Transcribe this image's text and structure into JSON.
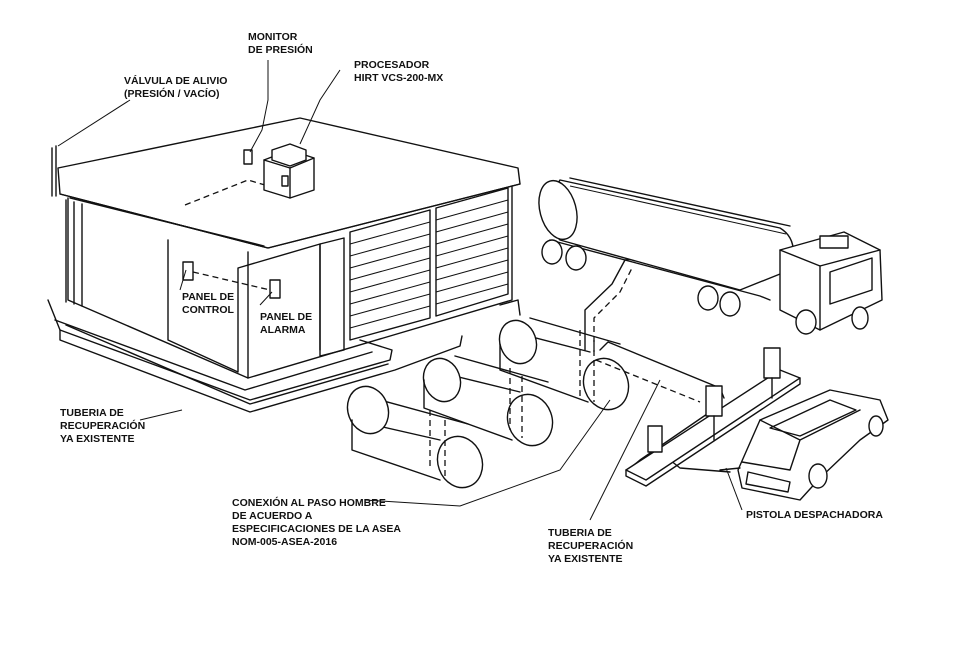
{
  "labels": {
    "monitor_presion": [
      "MONITOR",
      "DE PRESIÓN"
    ],
    "procesador": [
      "PROCESADOR",
      "HIRT VCS-200-MX"
    ],
    "valvula_alivio": [
      "VÁLVULA DE ALIVIO",
      "(PRESIÓN / VACÍO)"
    ],
    "panel_control": [
      "PANEL DE",
      "CONTROL"
    ],
    "panel_alarma": [
      "PANEL DE",
      "ALARMA"
    ],
    "tuberia_izquierda": [
      "TUBERIA DE",
      "RECUPERACIÓN",
      "YA EXISTENTE"
    ],
    "conexion": [
      "CONEXIÓN AL PASO HOMBRE",
      "DE ACUERDO A",
      "ESPECIFICACIONES DE LA ASEA",
      "NOM-005-ASEA-2016"
    ],
    "tuberia_centro": [
      "TUBERIA DE",
      "RECUPERACIÓN",
      "YA EXISTENTE"
    ],
    "pistola": [
      "PISTOLA DESPACHADORA"
    ]
  }
}
